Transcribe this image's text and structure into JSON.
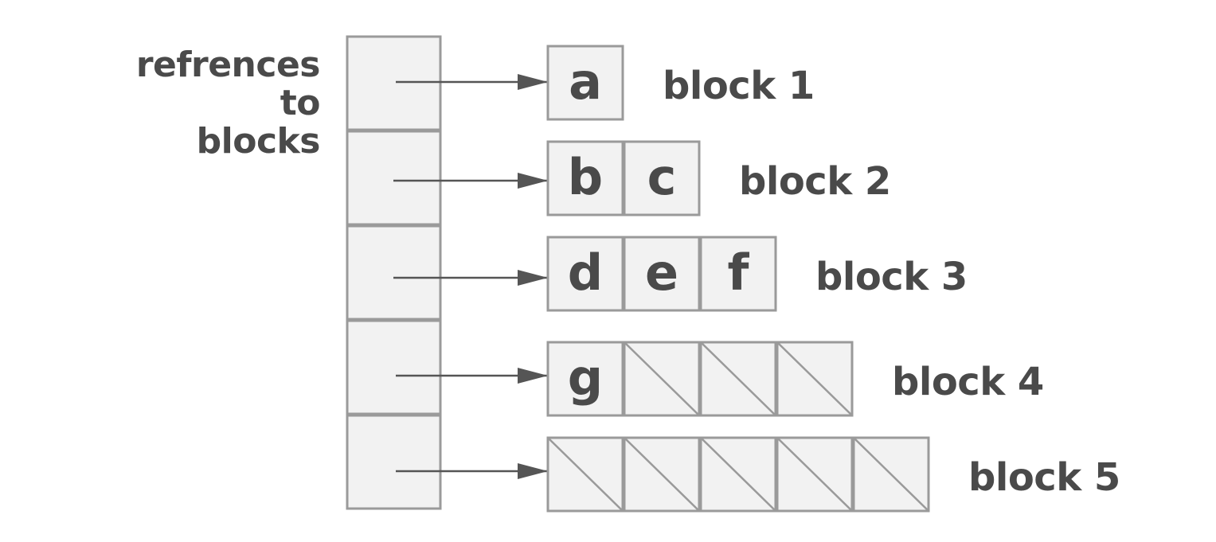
{
  "diagram": {
    "caption_lines": [
      "refrences",
      "to",
      "blocks"
    ],
    "colors": {
      "cell_fill": "#f2f2f2",
      "cell_stroke": "#9a9a9a",
      "arrow": "#555555",
      "text": "#4a4a4a"
    },
    "references": [
      {
        "id": "ref-1",
        "target": "block-1"
      },
      {
        "id": "ref-2",
        "target": "block-2"
      },
      {
        "id": "ref-3",
        "target": "block-3"
      },
      {
        "id": "ref-4",
        "target": "block-4"
      },
      {
        "id": "ref-5",
        "target": "block-5"
      }
    ],
    "blocks": [
      {
        "id": "block-1",
        "label": "block 1",
        "cells": [
          "a"
        ]
      },
      {
        "id": "block-2",
        "label": "block 2",
        "cells": [
          "b",
          "c"
        ]
      },
      {
        "id": "block-3",
        "label": "block 3",
        "cells": [
          "d",
          "e",
          "f"
        ]
      },
      {
        "id": "block-4",
        "label": "block 4",
        "cells": [
          "g",
          null,
          null,
          null
        ]
      },
      {
        "id": "block-5",
        "label": "block 5",
        "cells": [
          null,
          null,
          null,
          null,
          null
        ]
      }
    ]
  }
}
